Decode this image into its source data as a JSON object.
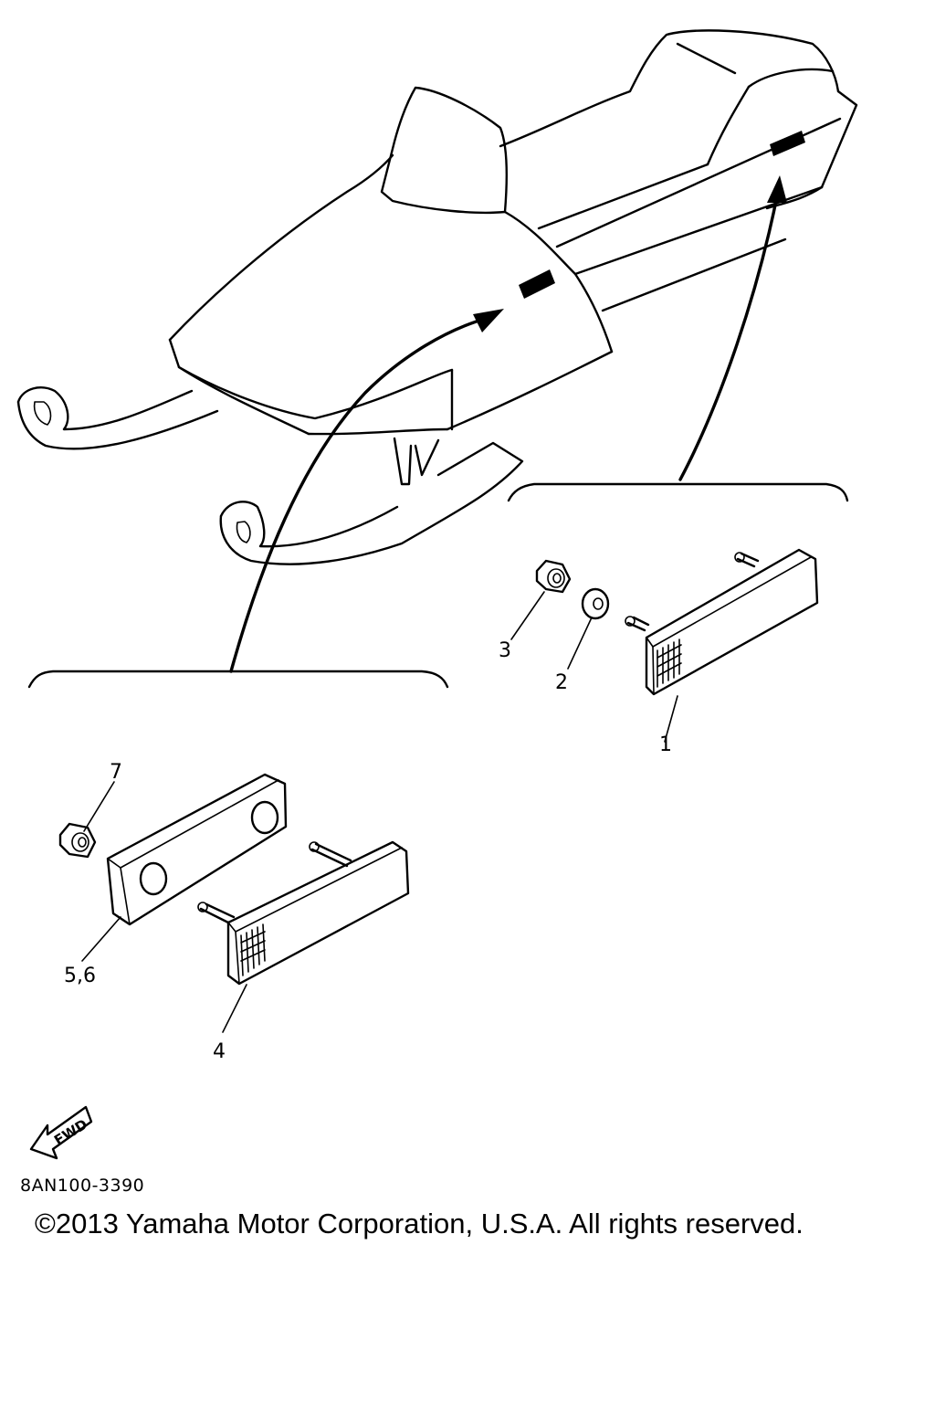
{
  "figure": {
    "part_callouts": [
      "1",
      "2",
      "3",
      "4",
      "5,6",
      "7"
    ],
    "direction_label": "FWD",
    "catalog_code": "8AN100-3390"
  },
  "footer": {
    "copyright": "©2013 Yamaha Motor Corporation, U.S.A. All rights reserved."
  }
}
